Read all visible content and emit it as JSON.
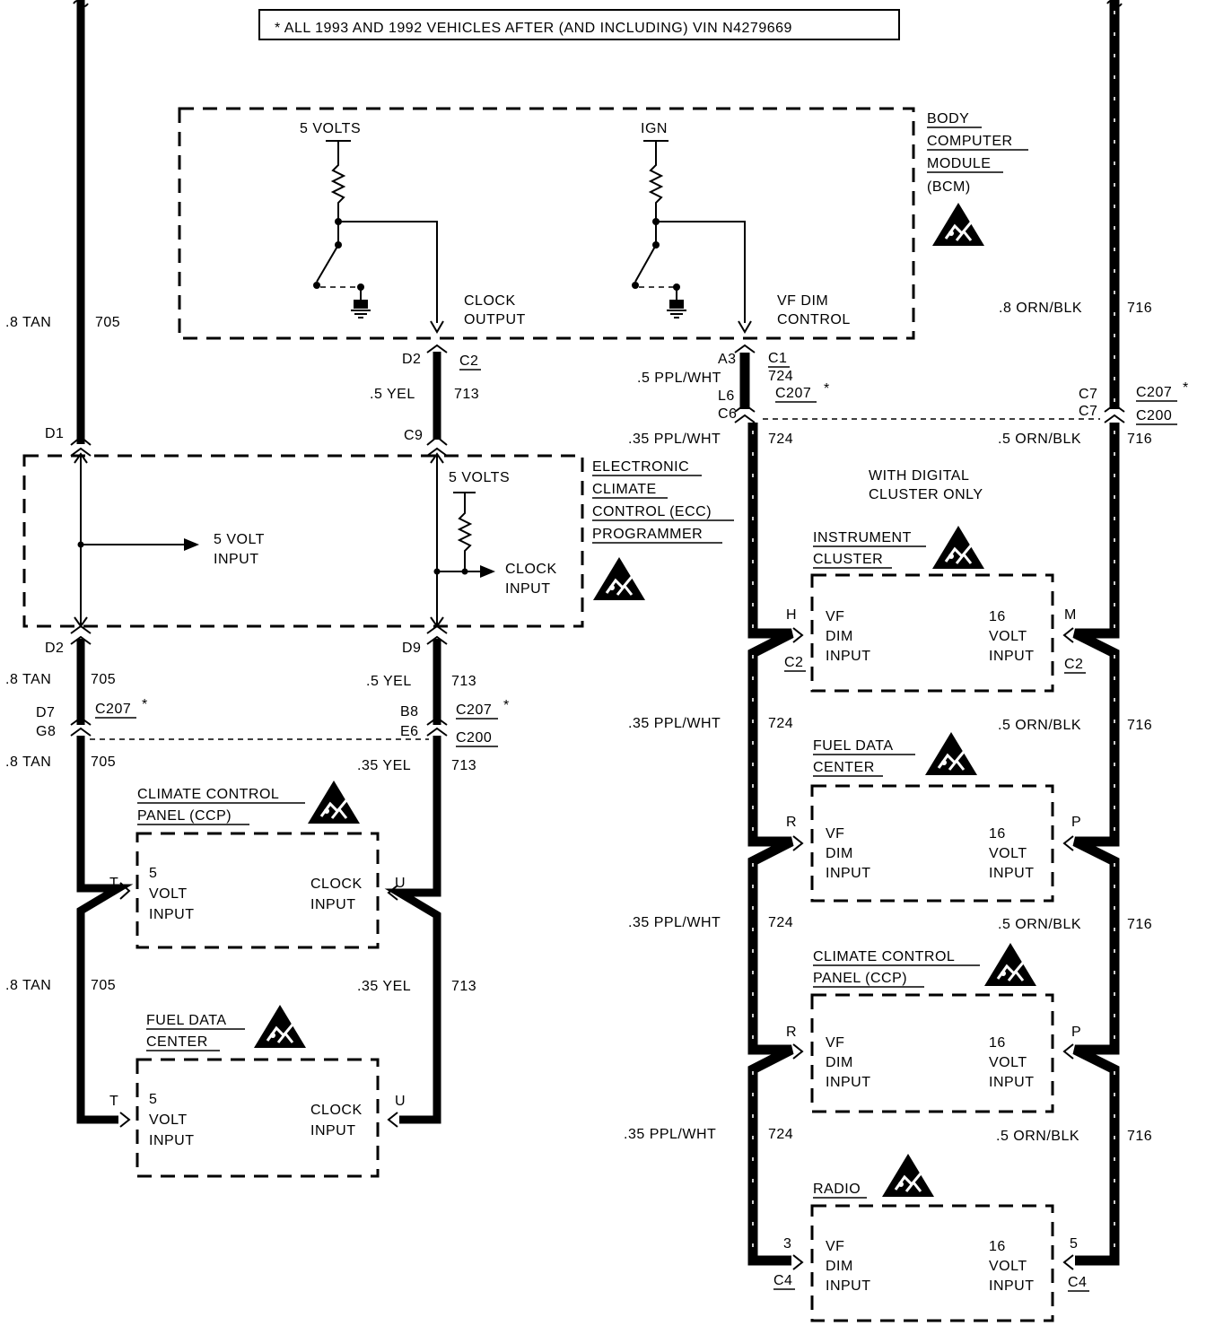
{
  "note": "* ALL 1993 AND 1992 VEHICLES AFTER (AND INCLUDING) VIN N4279669",
  "bcm": {
    "title": [
      "BODY",
      "COMPUTER",
      "MODULE"
    ],
    "abbr": "(BCM)",
    "source_5v": "5 VOLTS",
    "source_ign": "IGN",
    "clock_output": [
      "CLOCK",
      "OUTPUT"
    ],
    "vf_dim_control": [
      "VF DIM",
      "CONTROL"
    ]
  },
  "ecc": {
    "title": [
      "ELECTRONIC",
      "CLIMATE",
      "CONTROL (ECC)",
      "PROGRAMMER"
    ],
    "source_5v": "5 VOLTS",
    "five_volt_input": [
      "5 VOLT",
      "INPUT"
    ],
    "clock_input": [
      "CLOCK",
      "INPUT"
    ]
  },
  "wires": {
    "tan8": ".8 TAN",
    "c705": "705",
    "yel5": ".5 YEL",
    "yel35": ".35 YEL",
    "c713": "713",
    "ppl5": ".5 PPL/WHT",
    "ppl35": ".35 PPL/WHT",
    "c724": "724",
    "orn8": ".8 ORN/BLK",
    "orn5": ".5 ORN/BLK",
    "c716": "716"
  },
  "connectors": {
    "d1": "D1",
    "d2": "D2",
    "d7": "D7",
    "g8": "G8",
    "c9": "C9",
    "d9": "D9",
    "b8": "B8",
    "e6": "E6",
    "a3": "A3",
    "c1": "C1",
    "l6": "L6",
    "c6": "C6",
    "c7": "C7",
    "c2": "C2",
    "c4": "C4",
    "c207": "C207",
    "c200": "C200",
    "star": "*",
    "h": "H",
    "m": "M",
    "r": "R",
    "p": "P",
    "t": "T",
    "u": "U",
    "three": "3",
    "five": "5"
  },
  "with_digital": [
    "WITH DIGITAL",
    "CLUSTER ONLY"
  ],
  "modules_left": {
    "ccp": {
      "title": [
        "CLIMATE CONTROL",
        "PANEL (CCP)"
      ]
    },
    "fdc": {
      "title": [
        "FUEL DATA",
        "CENTER"
      ]
    },
    "left_in": [
      "5",
      "VOLT",
      "INPUT"
    ],
    "right_in": [
      "CLOCK",
      "INPUT"
    ]
  },
  "modules_right": {
    "cluster": {
      "title": [
        "INSTRUMENT",
        "CLUSTER"
      ]
    },
    "fdc": {
      "title": [
        "FUEL DATA",
        "CENTER"
      ]
    },
    "ccp": {
      "title": [
        "CLIMATE CONTROL",
        "PANEL (CCP)"
      ]
    },
    "radio": {
      "title": [
        "RADIO"
      ]
    },
    "left_in": [
      "VF",
      "DIM",
      "INPUT"
    ],
    "right_in": [
      "16",
      "VOLT",
      "INPUT"
    ]
  }
}
